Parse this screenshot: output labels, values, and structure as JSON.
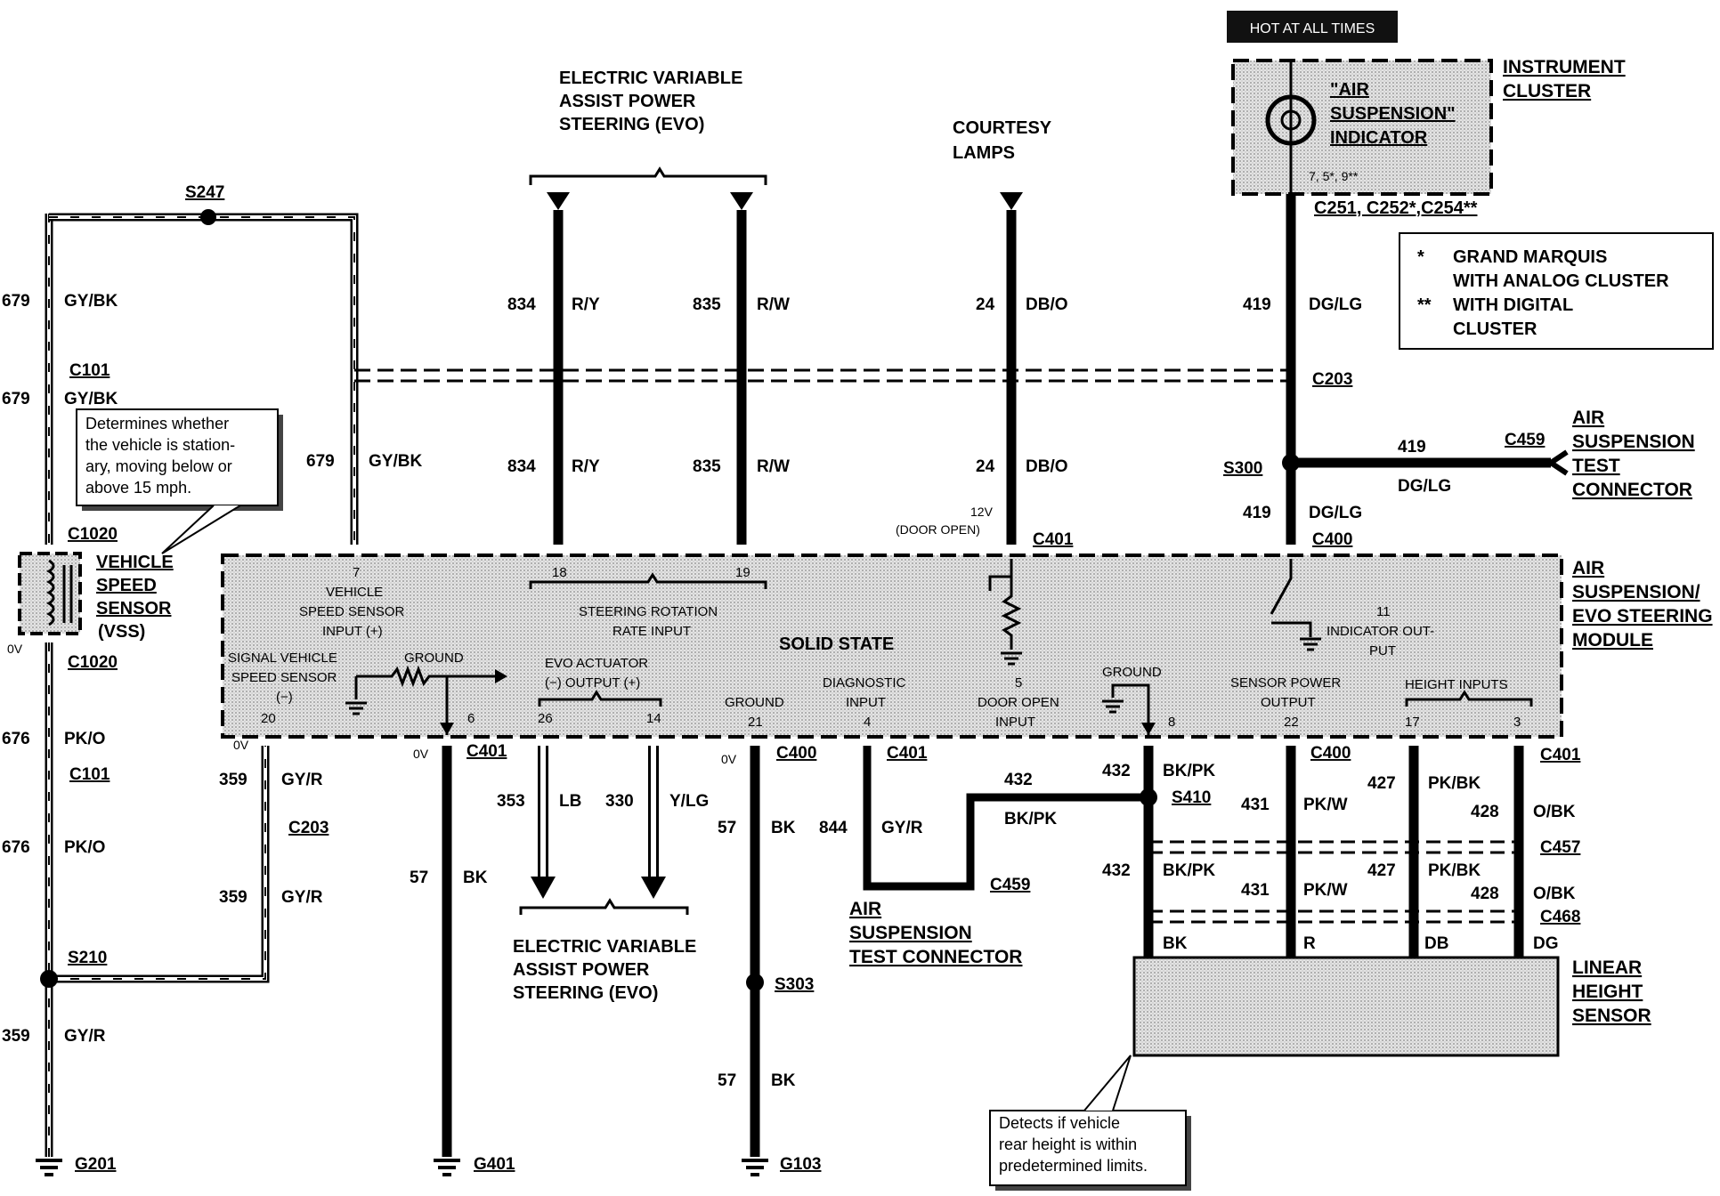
{
  "hot_box": {
    "text": "HOT AT ALL TIMES"
  },
  "instrument_cluster": {
    "title_line1": "INSTRUMENT",
    "title_line2": "CLUSTER",
    "indicator_line1": "\"AIR",
    "indicator_line2": "SUSPENSION\"",
    "indicator_line3": "INDICATOR",
    "pins": "7, 5*, 9**",
    "connector": "C251, C252*,C254**"
  },
  "legend": {
    "line1_mark": "*",
    "line1": "GRAND MARQUIS",
    "line2": "WITH ANALOG CLUSTER",
    "line3_mark": "**",
    "line3": "WITH DIGITAL",
    "line4": "CLUSTER"
  },
  "evo_top": {
    "line1": "ELECTRIC VARIABLE",
    "line2": "ASSIST POWER",
    "line3": "STEERING (EVO)"
  },
  "evo_bottom": {
    "line1": "ELECTRIC VARIABLE",
    "line2": "ASSIST POWER",
    "line3": "STEERING (EVO)"
  },
  "courtesy": {
    "line1": "COURTESY",
    "line2": "LAMPS"
  },
  "splices": {
    "s247": "S247",
    "s300": "S300",
    "s210": "S210",
    "s303": "S303",
    "s410": "S410"
  },
  "connectors": {
    "c101a": "C101",
    "c1020a": "C1020",
    "c1020b": "C1020",
    "c101b": "C101",
    "c203a": "C203",
    "c203b": "C203",
    "c401a": "C401",
    "c400a": "C400",
    "c401b": "C401",
    "c400b": "C400",
    "c401c": "C401",
    "c400c": "C400",
    "c401d": "C401",
    "c459a": "C459",
    "c459b": "C459",
    "c457": "C457",
    "c468": "C468"
  },
  "grounds": {
    "g201": "G201",
    "g401": "G401",
    "g103": "G103"
  },
  "wires": {
    "w679a_num": "679",
    "w679a_col": "GY/BK",
    "w679b_num": "679",
    "w679b_col": "GY/BK",
    "w679c_num": "679",
    "w679c_col": "GY/BK",
    "w834a_num": "834",
    "w834a_col": "R/Y",
    "w835a_num": "835",
    "w835a_col": "R/W",
    "w834b_num": "834",
    "w834b_col": "R/Y",
    "w835b_num": "835",
    "w835b_col": "R/W",
    "w24a_num": "24",
    "w24a_col": "DB/O",
    "w24b_num": "24",
    "w24b_col": "DB/O",
    "w419a_num": "419",
    "w419a_col": "DG/LG",
    "w419b_num": "419",
    "w419b_col": "DG/LG",
    "w419c_num": "419",
    "w419c_col": "DG/LG",
    "w676a_num": "676",
    "w676a_col": "PK/O",
    "w676b_num": "676",
    "w676b_col": "PK/O",
    "w359a_num": "359",
    "w359a_col": "GY/R",
    "w359b_num": "359",
    "w359b_col": "GY/R",
    "w359c_num": "359",
    "w359c_col": "GY/R",
    "w57a_num": "57",
    "w57a_col": "BK",
    "w353_num": "353",
    "w353_col": "LB",
    "w330_num": "330",
    "w330_col": "Y/LG",
    "w57b_num": "57",
    "w57b_col": "BK",
    "w57c_num": "57",
    "w57c_col": "BK",
    "w844_num": "844",
    "w844_col": "GY/R",
    "w432a_num": "432",
    "w432a_col": "BK/PK",
    "w432b_num": "432",
    "w432b_col": "BK/PK",
    "w432c_num": "432",
    "w432c_col": "BK/PK",
    "w431a_num": "431",
    "w431a_col": "PK/W",
    "w431b_num": "431",
    "w431b_col": "PK/W",
    "w427a_num": "427",
    "w427a_col": "PK/BK",
    "w427b_num": "427",
    "w427b_col": "PK/BK",
    "w428a_num": "428",
    "w428a_col": "O/BK",
    "w428b_num": "428",
    "w428b_col": "O/BK",
    "s_bk": "BK",
    "s_r": "R",
    "s_db": "DB",
    "s_dg": "DG"
  },
  "voltages": {
    "v0a": "0V",
    "v0b": "0V",
    "v0c": "0V",
    "v0d": "0V",
    "v12": "12V",
    "door_open": "(DOOR OPEN)"
  },
  "vss": {
    "line1": "VEHICLE",
    "line2": "SPEED",
    "line3": "SENSOR",
    "line4": "(VSS)"
  },
  "callout_vss": {
    "line1": "Determines whether",
    "line2": "the vehicle is station-",
    "line3": "ary, moving below or",
    "line4": "above 15 mph."
  },
  "callout_height": {
    "line1": "Detects if vehicle",
    "line2": "rear height is within",
    "line3": "predetermined limits."
  },
  "module": {
    "title_line1": "AIR",
    "title_line2": "SUSPENSION/",
    "title_line3": "EVO STEERING",
    "title_line4": "MODULE",
    "solid_state": "SOLID STATE",
    "vss_in_pin": "7",
    "vss_in_l1": "VEHICLE",
    "vss_in_l2": "SPEED SENSOR",
    "vss_in_l3": "INPUT (+)",
    "pin18": "18",
    "pin19": "19",
    "steer_l1": "STEERING ROTATION",
    "steer_l2": "RATE INPUT",
    "sig_l1": "SIGNAL VEHICLE",
    "sig_l2": "SPEED SENSOR",
    "sig_l3": "(−)",
    "pin20": "20",
    "ground1": "GROUND",
    "pin6": "6",
    "evo_act_l1": "EVO ACTUATOR",
    "evo_act_l2": "(−) OUTPUT (+)",
    "pin26": "26",
    "pin14": "14",
    "ground2": "GROUND",
    "pin21": "21",
    "diag_l1": "DIAGNOSTIC",
    "diag_l2": "INPUT",
    "pin4": "4",
    "pin5": "5",
    "door_l1": "DOOR OPEN",
    "door_l2": "INPUT",
    "ground3": "GROUND",
    "pin8": "8",
    "sensor_l1": "SENSOR POWER",
    "sensor_l2": "OUTPUT",
    "pin22": "22",
    "pin11": "11",
    "ind_l1": "INDICATOR OUT-",
    "ind_l2": "PUT",
    "height_inputs": "HEIGHT INPUTS",
    "pin17": "17",
    "pin3": "3"
  },
  "air_test": {
    "line1": "AIR",
    "line2": "SUSPENSION",
    "line3": "TEST",
    "line4": "CONNECTOR"
  },
  "air_test_bottom": {
    "line1": "AIR",
    "line2": "SUSPENSION",
    "line3": "TEST CONNECTOR"
  },
  "height_sensor": {
    "line1": "LINEAR",
    "line2": "HEIGHT",
    "line3": "SENSOR"
  }
}
